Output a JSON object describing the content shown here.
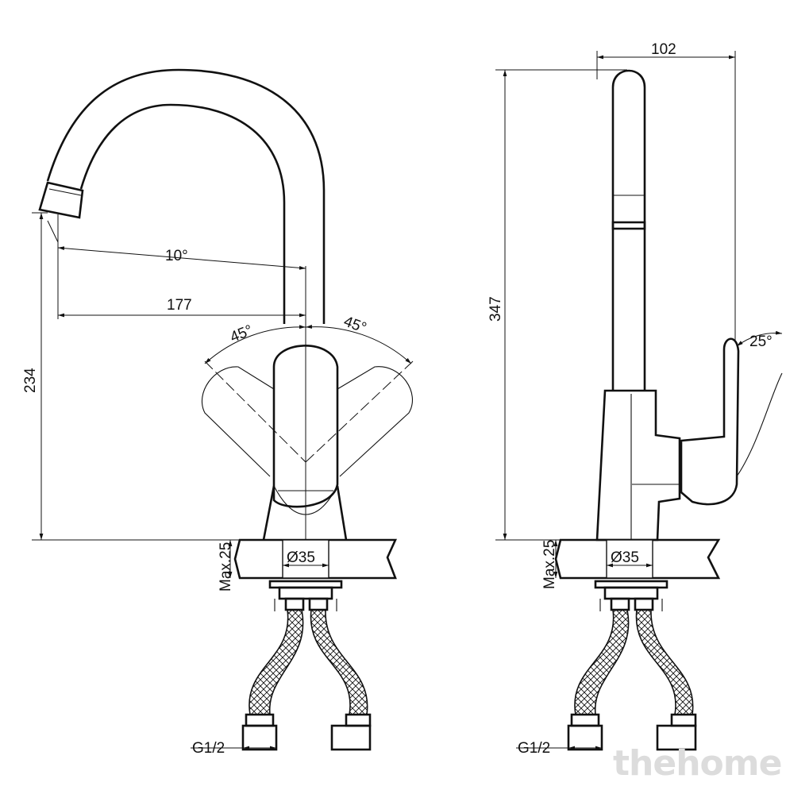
{
  "front_view": {
    "dim_spout_angle": "10°",
    "dim_spout_reach": "177",
    "dim_lever_left": "45°",
    "dim_lever_right": "45°",
    "dim_height": "234",
    "dim_max_thickness": "Max.25",
    "dim_hole": "Ø35",
    "dim_thread": "G1/2"
  },
  "side_view": {
    "dim_depth": "102",
    "dim_total_height": "347",
    "dim_lever_tilt": "25°",
    "dim_max_thickness": "Max.25",
    "dim_hole": "Ø35",
    "dim_thread": "G1/2"
  },
  "watermark": "thehome"
}
